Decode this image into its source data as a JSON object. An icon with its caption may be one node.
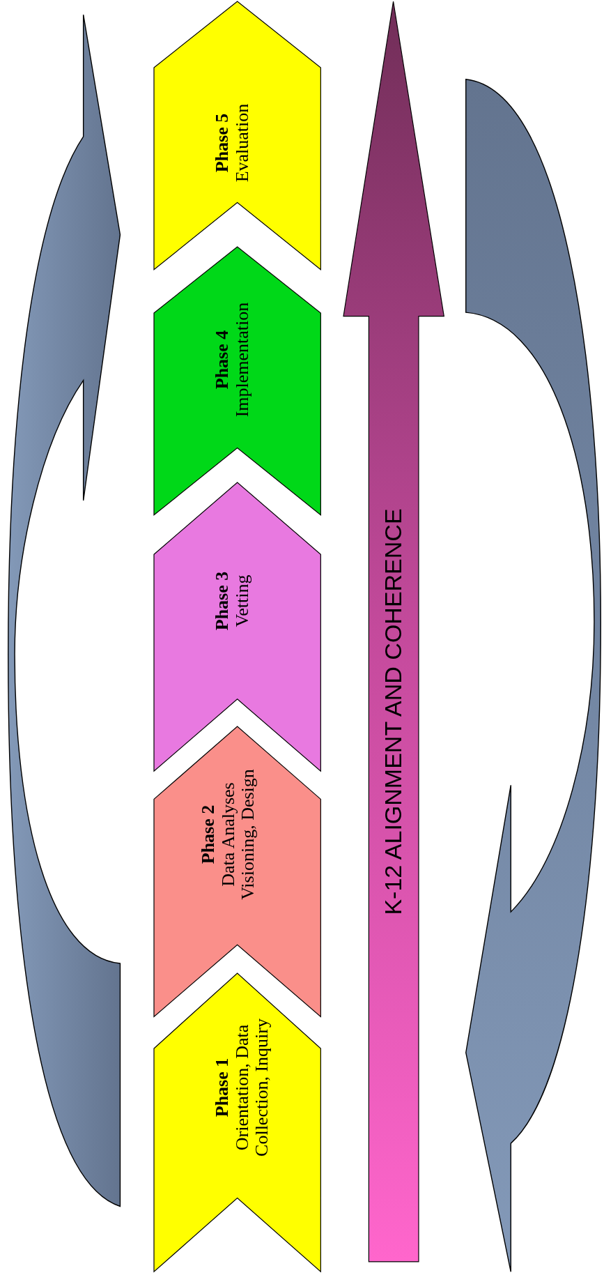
{
  "diagram": {
    "nodes": [
      {
        "text": [
          "Phase 1",
          "Orientation, Data Collection, Inquiry"
        ]
      },
      {
        "text": [
          "Phase 2",
          "Data Analyses Visioning, Design"
        ]
      },
      {
        "text": [
          "Phase 3",
          "Vetting"
        ]
      },
      {
        "text": [
          "Phase 4",
          "Implementation"
        ]
      },
      {
        "text": [
          "Phase 5",
          "Evaluation"
        ]
      },
      {
        "text": [
          "K-12 ALIGNMENT AND COHERENCE"
        ]
      }
    ]
  }
}
